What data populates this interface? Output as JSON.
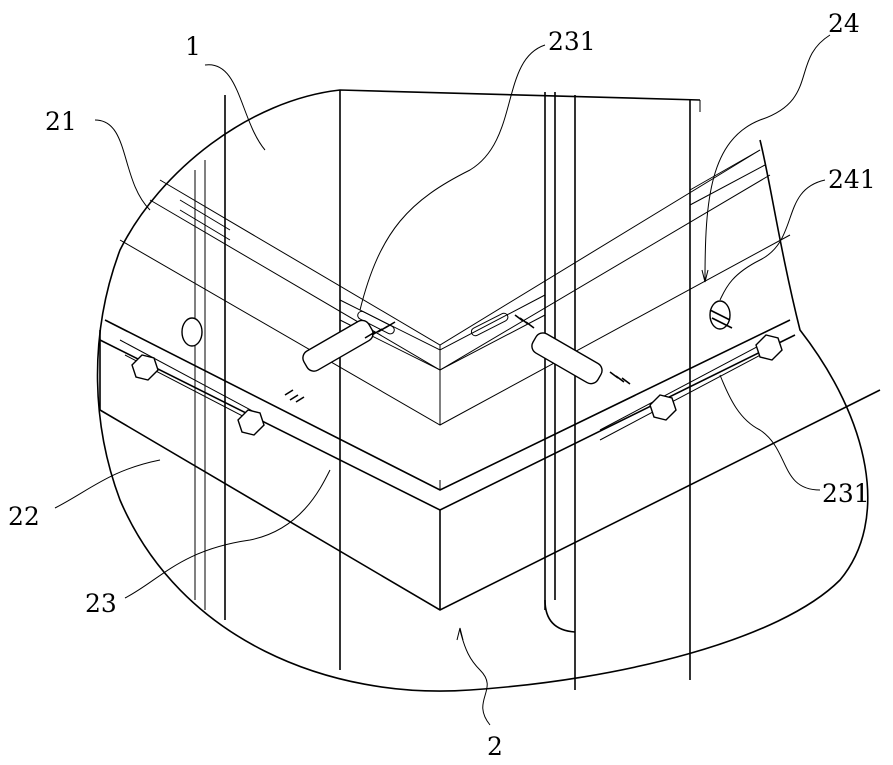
{
  "figure": {
    "labels": [
      {
        "id": "label-1",
        "text": "1"
      },
      {
        "id": "label-21",
        "text": "21"
      },
      {
        "id": "label-231-top",
        "text": "231"
      },
      {
        "id": "label-24",
        "text": "24"
      },
      {
        "id": "label-241",
        "text": "241"
      },
      {
        "id": "label-22",
        "text": "22"
      },
      {
        "id": "label-23",
        "text": "23"
      },
      {
        "id": "label-231-right",
        "text": "231"
      },
      {
        "id": "label-2",
        "text": "2"
      }
    ]
  }
}
